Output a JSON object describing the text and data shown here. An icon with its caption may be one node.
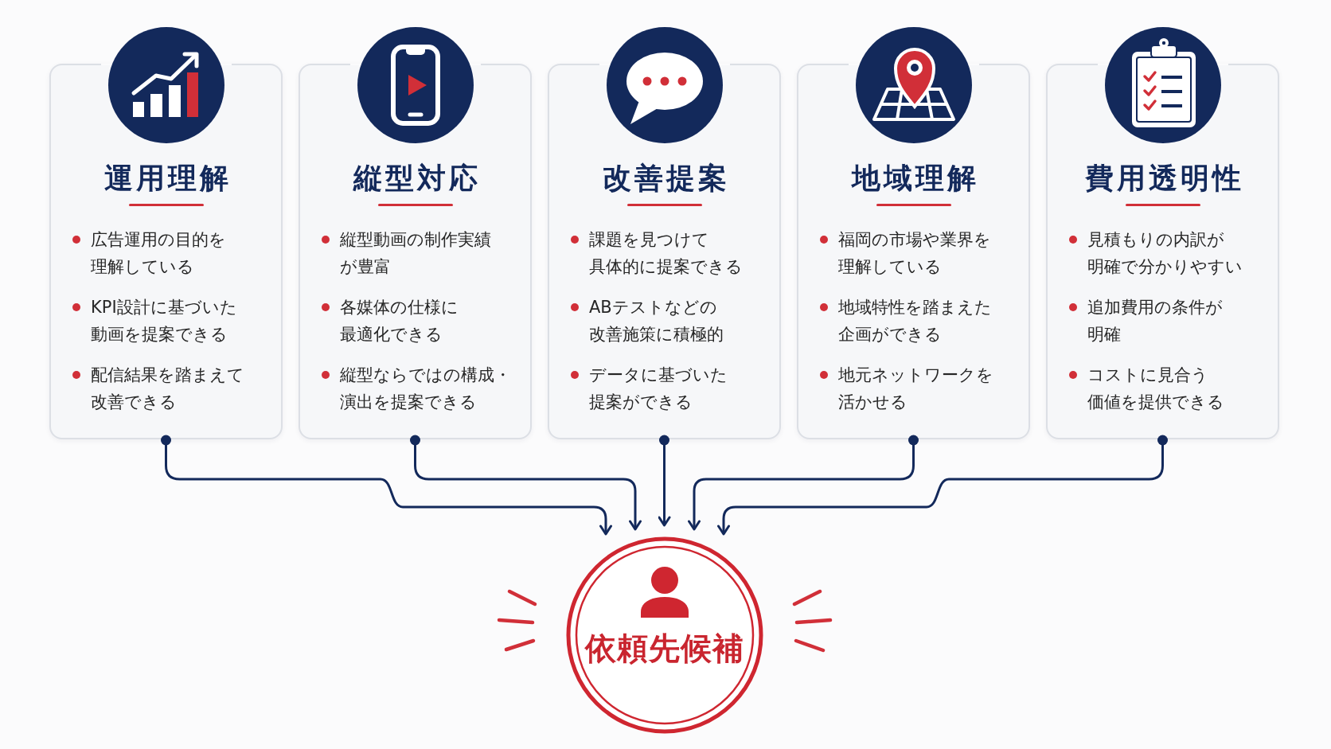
{
  "diagram": {
    "nodes": [
      {
        "text": [
          "運用理解",
          "広告運用の目的を理解している",
          "KPI設計に基づいた動画を提案できる",
          "配信結果を踏まえて改善できる"
        ]
      },
      {
        "text": [
          "縦型対応",
          "縦型動画の制作実績が豊富",
          "各媒体の仕様に最適化できる",
          "縦型ならではの構成・演出を提案できる"
        ]
      },
      {
        "text": [
          "改善提案",
          "課題を見つけて具体的に提案できる",
          "ABテストなどの改善施策に積極的",
          "データに基づいた提案ができる"
        ]
      },
      {
        "text": [
          "地域理解",
          "福岡の市場や業界を理解している",
          "地域特性を踏まえた企画ができる",
          "地元ネットワークを活かせる"
        ]
      },
      {
        "text": [
          "費用透明性",
          "見積もりの内訳が明確で分かりやすい",
          "追加費用の条件が明確",
          "コストに見合う価値を提供できる"
        ]
      },
      {
        "text": [
          "依頼先候補"
        ]
      }
    ],
    "edges": [
      {
        "from": 0,
        "to": 5,
        "arrow": "to"
      },
      {
        "from": 1,
        "to": 5,
        "arrow": "to"
      },
      {
        "from": 2,
        "to": 5,
        "arrow": "to"
      },
      {
        "from": 3,
        "to": 5,
        "arrow": "to"
      },
      {
        "from": 4,
        "to": 5,
        "arrow": "to"
      }
    ]
  }
}
